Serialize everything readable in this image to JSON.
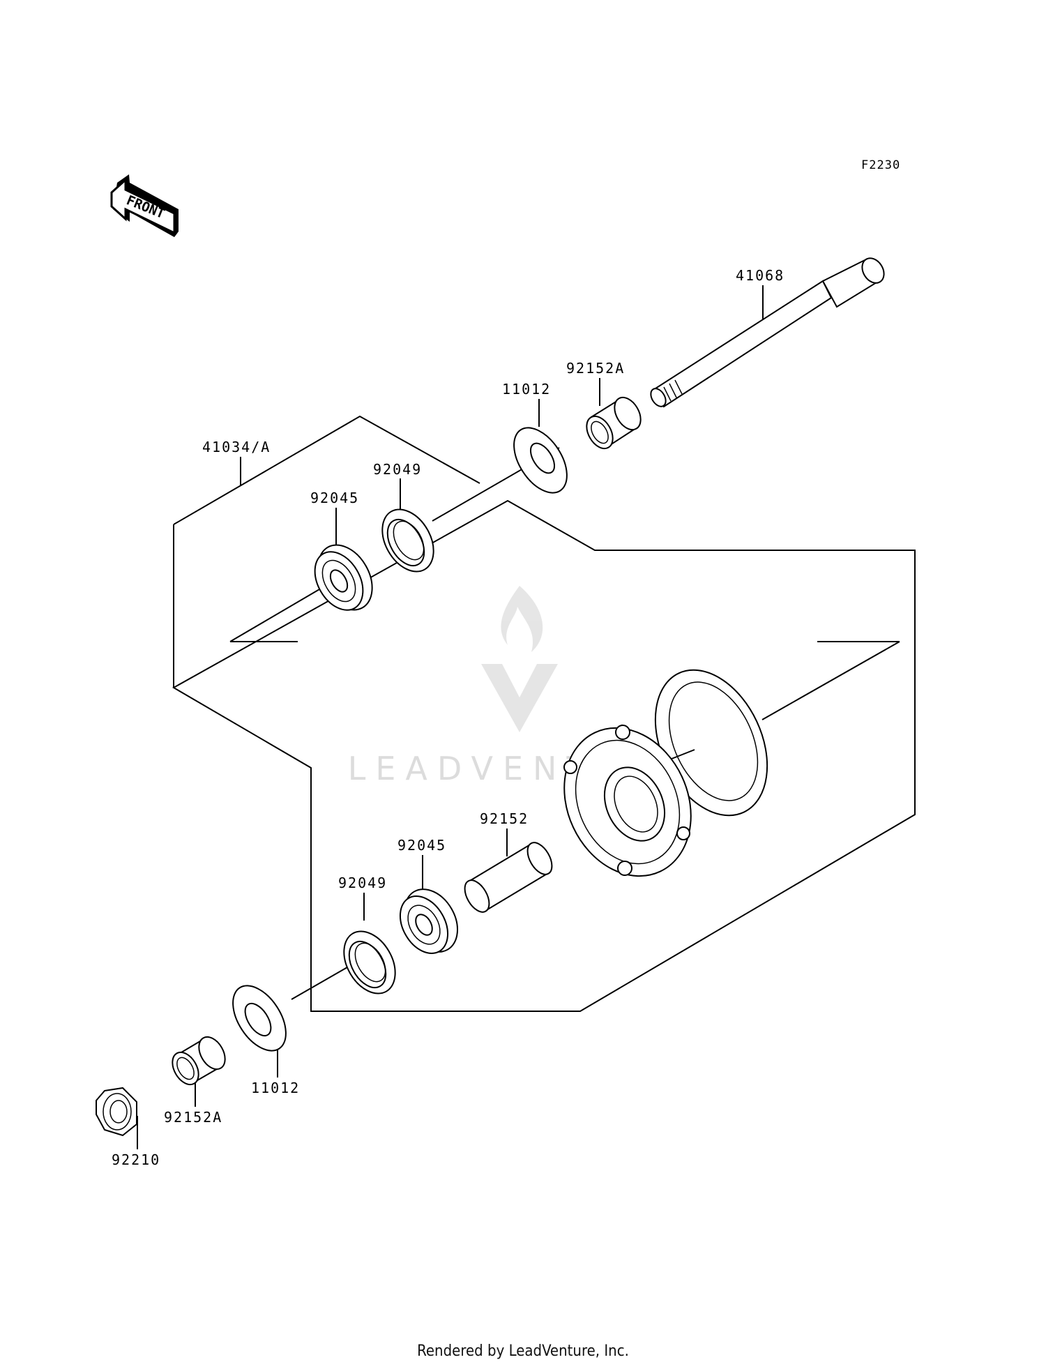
{
  "figure_code": "F2230",
  "front_label": "FRONT",
  "watermark": "LEADVENTURE",
  "footer": "Rendered by LeadVenture, Inc.",
  "callouts": {
    "axle": "41068",
    "collar_top": "92152A",
    "seal_top": "11012",
    "hub_assy": "41034/A",
    "oil_seal_top": "92049",
    "bearing_top": "92045",
    "spacer": "92152",
    "bearing_bottom": "92045",
    "oil_seal_bottom": "92049",
    "seal_bottom": "11012",
    "collar_bottom": "92152A",
    "nut": "92210"
  }
}
